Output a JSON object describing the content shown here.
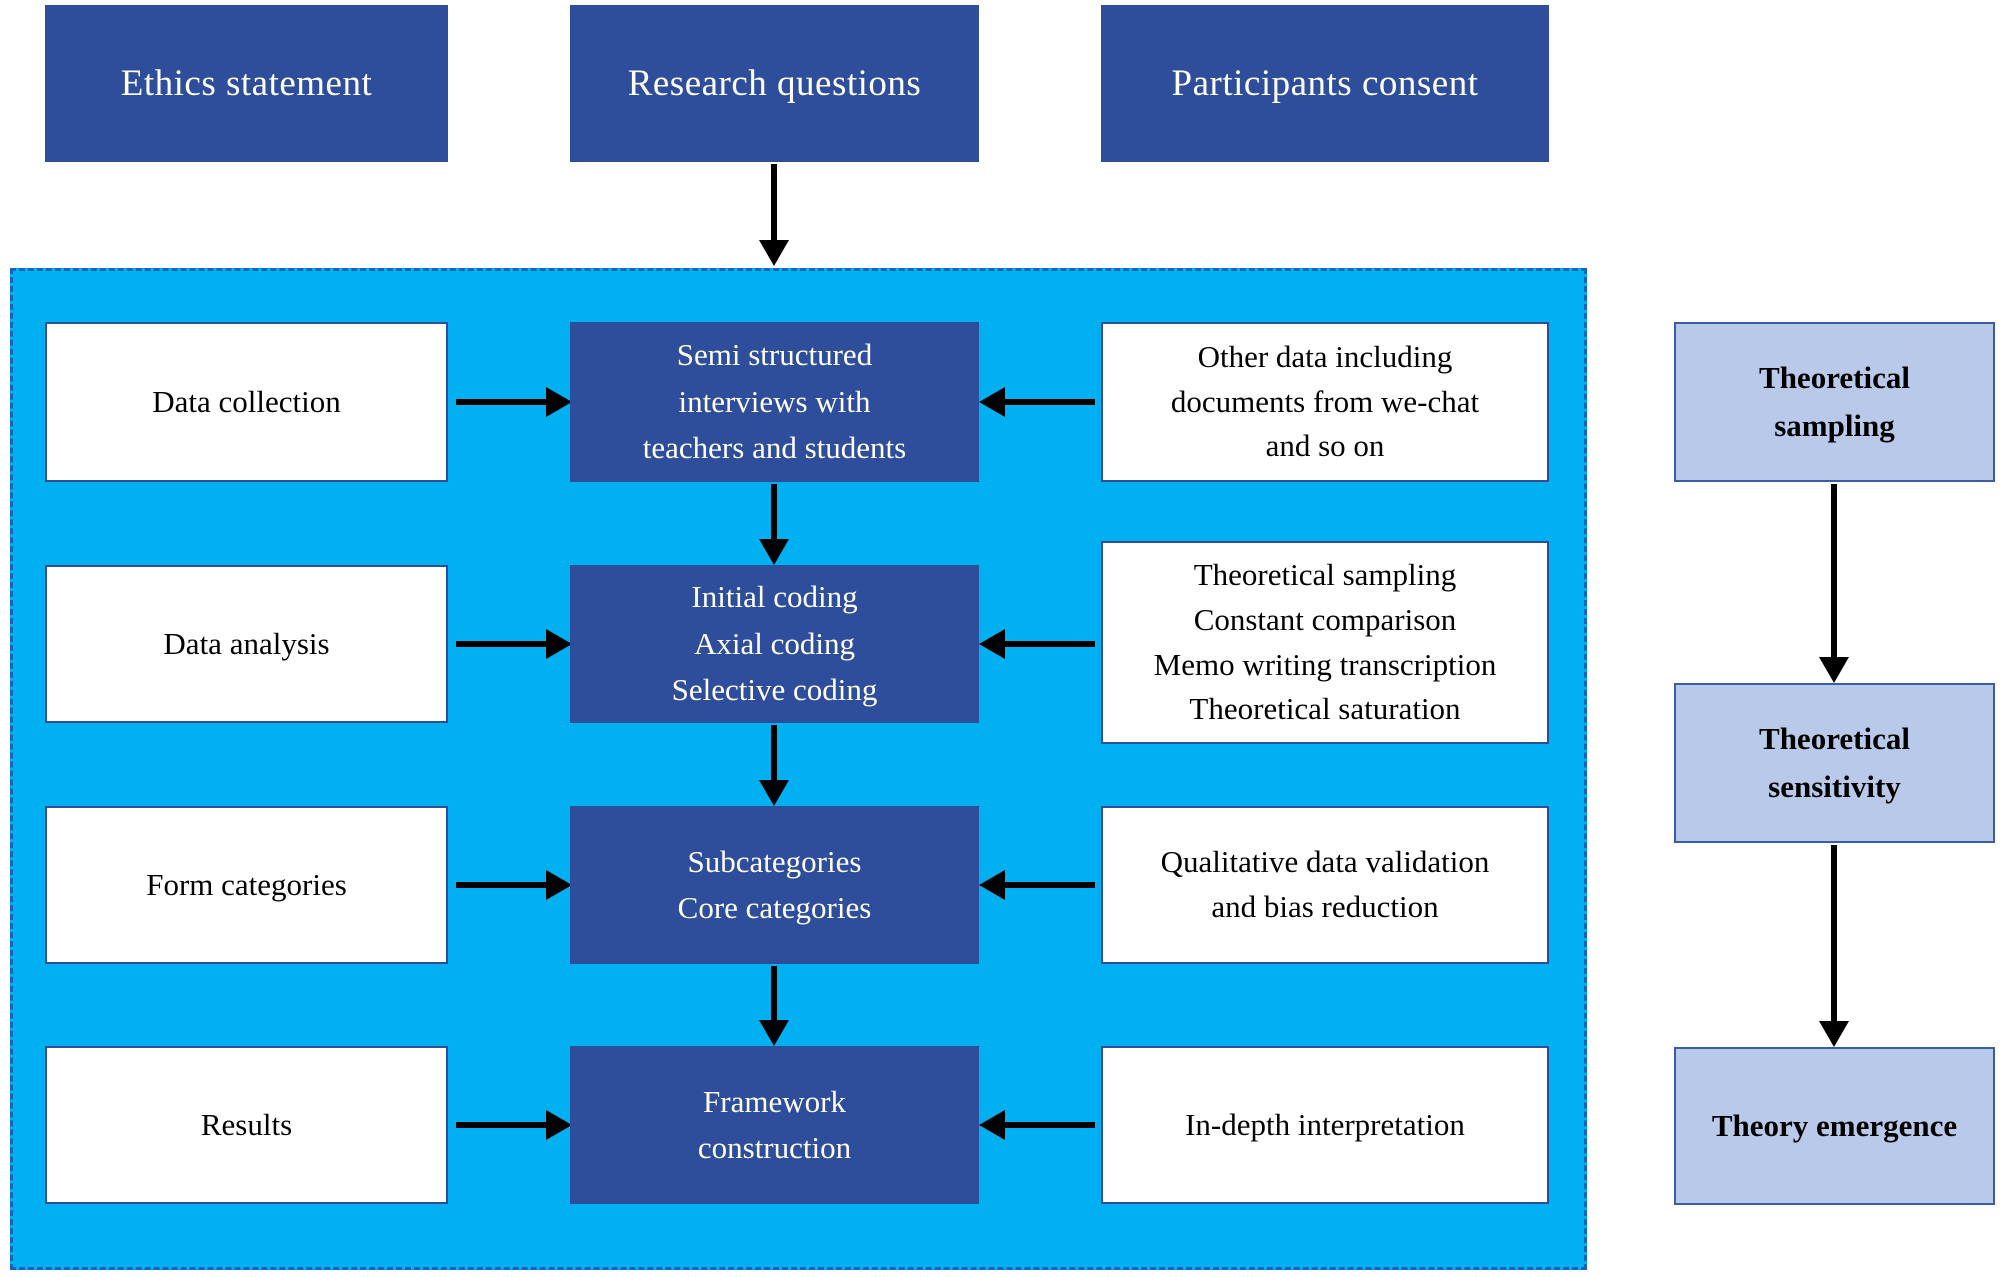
{
  "top_row": [
    {
      "label": "Ethics statement"
    },
    {
      "label": "Research questions"
    },
    {
      "label": "Participants consent"
    }
  ],
  "process": {
    "rows": [
      {
        "left": "Data collection",
        "center": "Semi structured\ninterviews with\nteachers and students",
        "right": "Other data including\ndocuments from we-chat\nand so on"
      },
      {
        "left": "Data analysis",
        "center": "Initial coding\nAxial coding\nSelective coding",
        "right": "Theoretical sampling\nConstant comparison\nMemo writing transcription\nTheoretical saturation"
      },
      {
        "left": "Form categories",
        "center": "Subcategories\nCore categories",
        "right": "Qualitative data validation\nand bias reduction"
      },
      {
        "left": "Results",
        "center": "Framework\nconstruction",
        "right": "In-depth interpretation"
      }
    ]
  },
  "side_column": [
    {
      "label": "Theoretical\nsampling"
    },
    {
      "label": "Theoretical\nsensitivity"
    },
    {
      "label": "Theory emergence"
    }
  ],
  "colors": {
    "dark_blue": "#2e4d9b",
    "cyan": "#00b0f0",
    "light_blue": "#b9c9e9",
    "white_box_border": "#2e4d9b",
    "side_box_border": "#3a5ca9",
    "dashed_border": "#1565c0",
    "arrow": "#000000"
  }
}
